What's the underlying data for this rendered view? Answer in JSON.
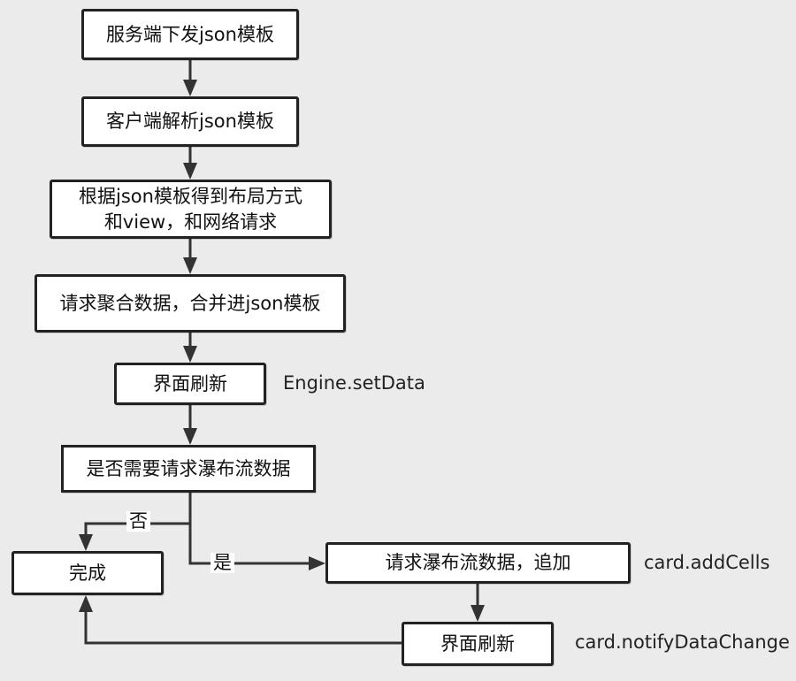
{
  "nodes": {
    "n1": "服务端下发json模板",
    "n2": "客户端解析json模板",
    "n3_line1": "根据json模板得到布局方式",
    "n3_line2": "和view，和网络请求",
    "n4": "请求聚合数据，合并进json模板",
    "n5": "界面刷新",
    "n6": "是否需要请求瀑布流数据",
    "n7": "完成",
    "n8": "请求瀑布流数据，追加",
    "n9": "界面刷新"
  },
  "notes": {
    "n5": "Engine.setData",
    "n8": "card.addCells",
    "n9": "card.notifyDataChange"
  },
  "edge_labels": {
    "no": "否",
    "yes": "是"
  },
  "colors": {
    "background": "#ebebeb",
    "node_fill": "#ffffff",
    "stroke": "#222222"
  }
}
